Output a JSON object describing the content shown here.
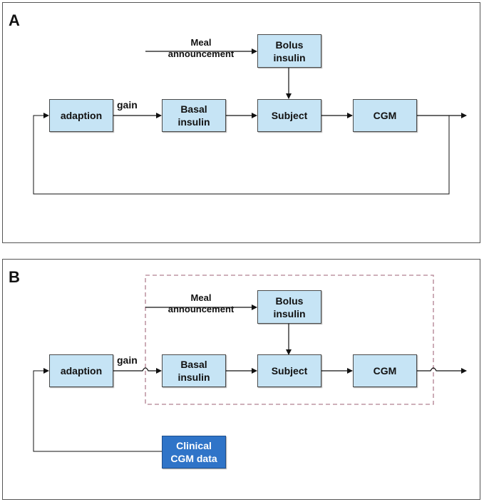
{
  "panel_a": {
    "label": "A",
    "meal_label": "Meal\nannouncement",
    "gain_label": "gain",
    "boxes": {
      "adaption": "adaption",
      "basal": "Basal\ninsulin",
      "bolus": "Bolus\ninsulin",
      "subject": "Subject",
      "cgm": "CGM"
    }
  },
  "panel_b": {
    "label": "B",
    "meal_label": "Meal\nannouncement",
    "gain_label": "gain",
    "boxes": {
      "adaption": "adaption",
      "basal": "Basal\ninsulin",
      "bolus": "Bolus\ninsulin",
      "subject": "Subject",
      "cgm": "CGM",
      "clinical": "Clinical\nCGM data"
    }
  },
  "colors": {
    "box_fill": "#c6e4f5",
    "clinical_fill": "#2f74c8",
    "dashed_border": "#b08090"
  }
}
